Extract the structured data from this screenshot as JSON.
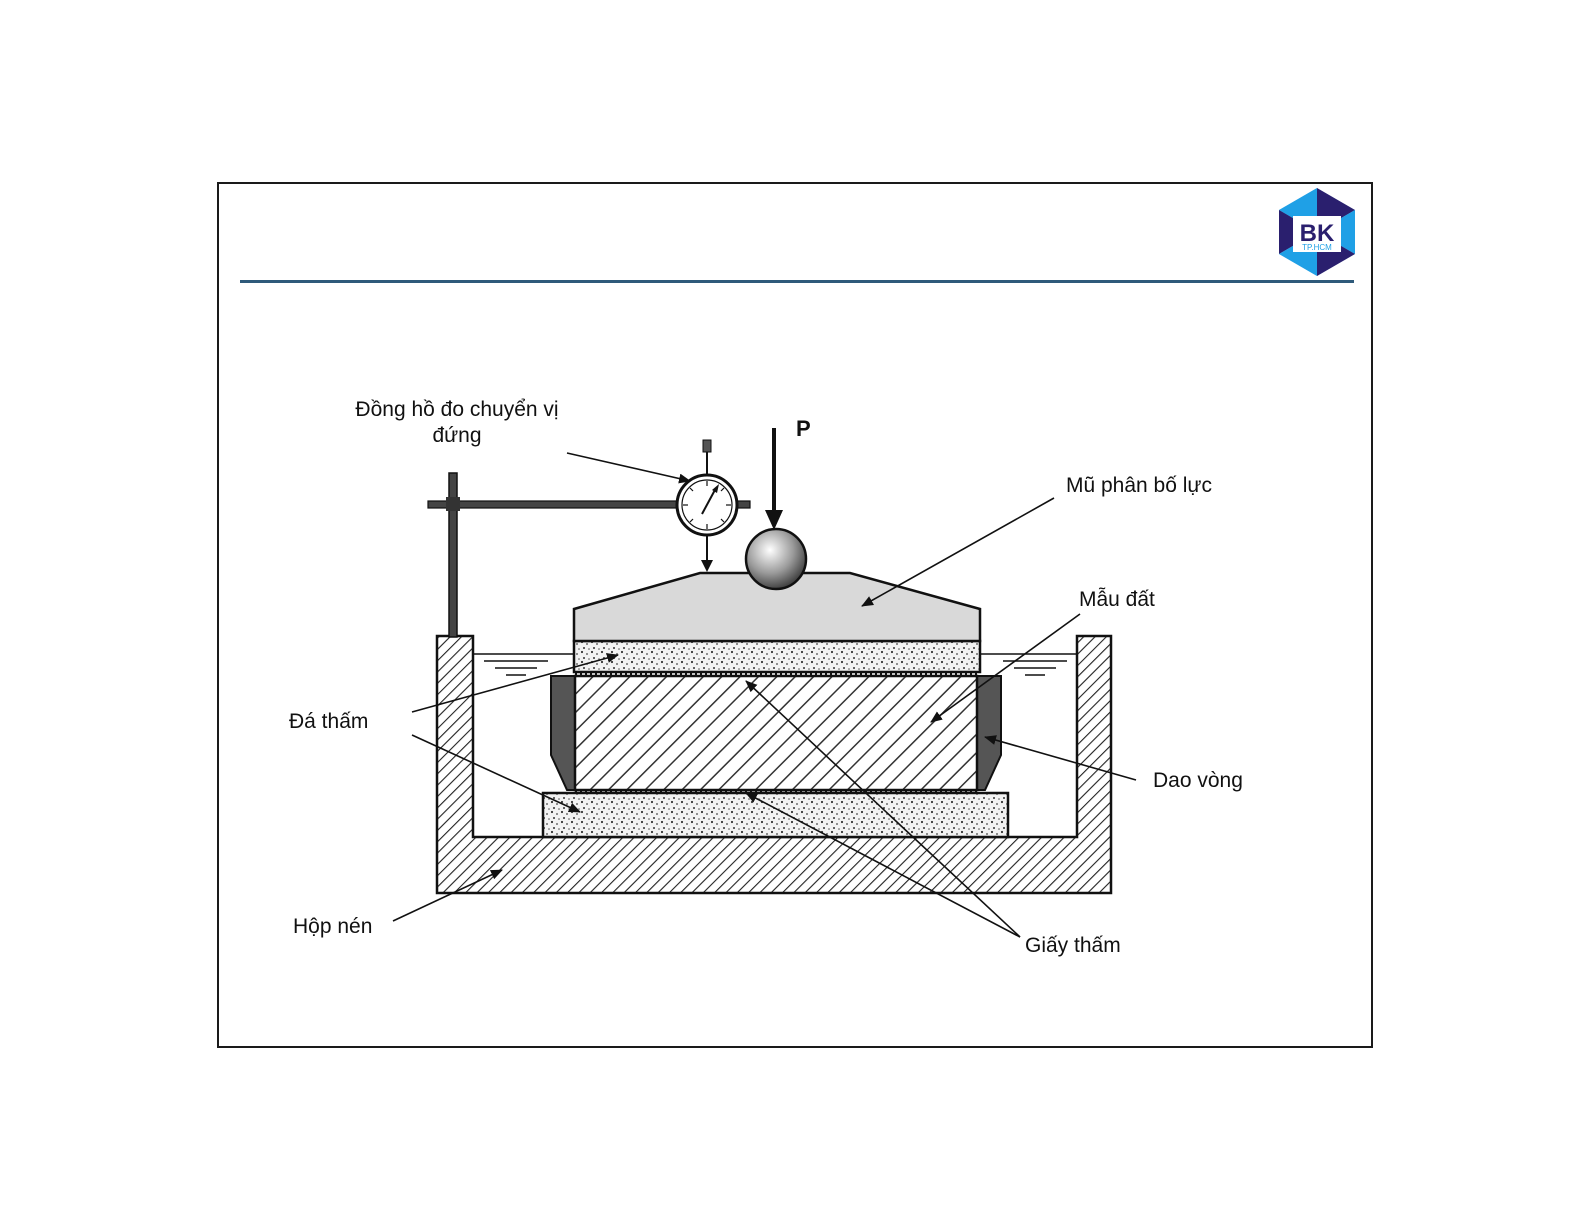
{
  "logo": {
    "text_main": "BK",
    "text_sub": "TP.HCM",
    "colors": {
      "navy": "#2a1f6e",
      "blue": "#1fa0e6",
      "light": "#b9dcf2"
    }
  },
  "colors": {
    "rule": "#2e5a7a",
    "stroke": "#111111",
    "cap_fill": "#d9d9d9",
    "ring_fill": "#555555"
  },
  "labels": {
    "dial_gauge_line1": "Đồng hồ đo chuyển vị",
    "dial_gauge_line2": "đứng",
    "load": "P",
    "load_cap": "Mũ phân bố lực",
    "soil_sample": "Mẫu đất",
    "porous_stone": "Đá thấm",
    "cutting_ring": "Dao vòng",
    "compression_box": "Hộp nén",
    "filter_paper": "Giấy thấm"
  }
}
